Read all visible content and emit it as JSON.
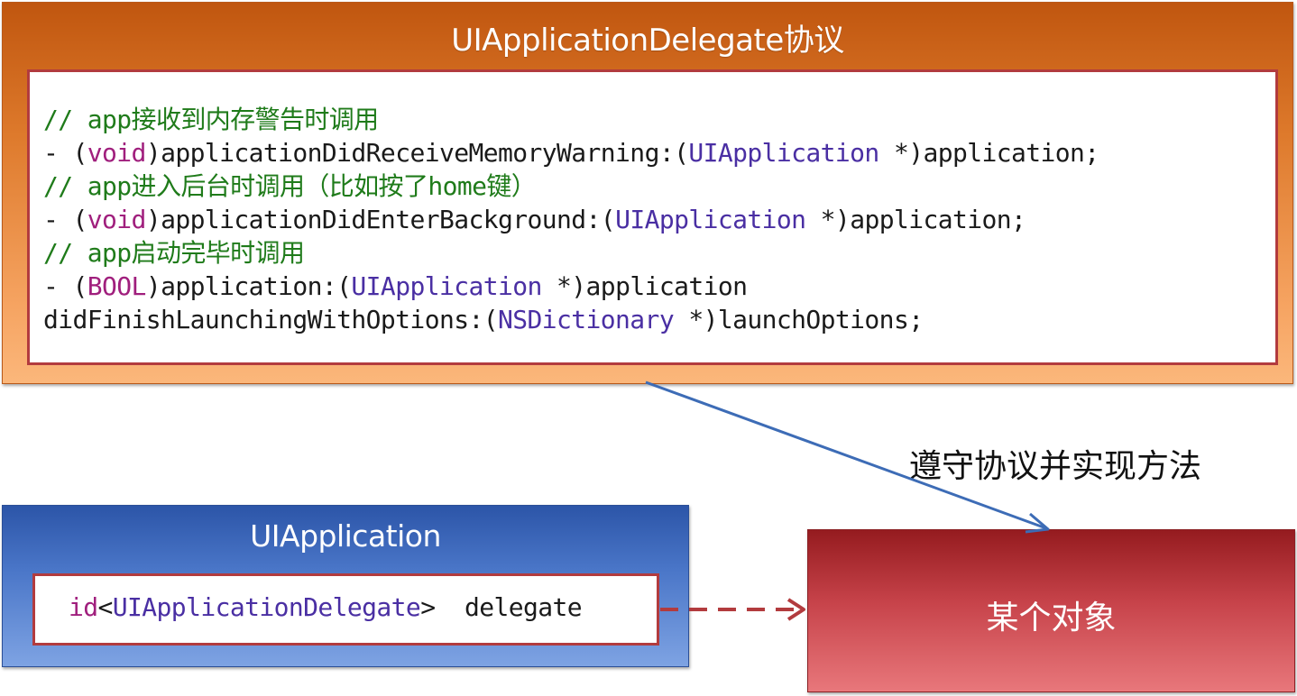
{
  "protocol": {
    "title": "UIApplicationDelegate协议",
    "comment1": "// app接收到内存警告时调用",
    "m1_dash": "- (",
    "m1_kw": "void",
    "m1_mid": ")applicationDidReceiveMemoryWarning:(",
    "m1_type": "UIApplication",
    "m1_end": " *)application;",
    "comment2": "// app进入后台时调用（比如按了home键）",
    "m2_dash": "- (",
    "m2_kw": "void",
    "m2_mid": ")applicationDidEnterBackground:(",
    "m2_type": "UIApplication",
    "m2_end": " *)application;",
    "comment3": "// app启动完毕时调用",
    "m3_dash": "- (",
    "m3_kw": "BOOL",
    "m3_mid": ")application:(",
    "m3_type": "UIApplication",
    "m3_end": " *)application",
    "m3b_start": "didFinishLaunchingWithOptions:(",
    "m3b_type": "NSDictionary",
    "m3b_end": " *)launchOptions;"
  },
  "application": {
    "title": "UIApplication",
    "prop_kw": "id",
    "prop_lt": "<",
    "prop_type": "UIApplicationDelegate",
    "prop_rest": ">  delegate"
  },
  "object": {
    "label": "某个对象"
  },
  "conform_label": "遵守协议并实现方法",
  "colors": {
    "protocol_orange": "#de7a2c",
    "application_blue": "#4a76c8",
    "object_red": "#c7434a",
    "panel_border": "#b23b3e",
    "comment_green": "#1f7b1a",
    "keyword_purple": "#a01f7d",
    "type_purple": "#4a2fa3",
    "conform_arrow": "#3d6cb6",
    "delegate_arrow": "#b23b3e"
  }
}
